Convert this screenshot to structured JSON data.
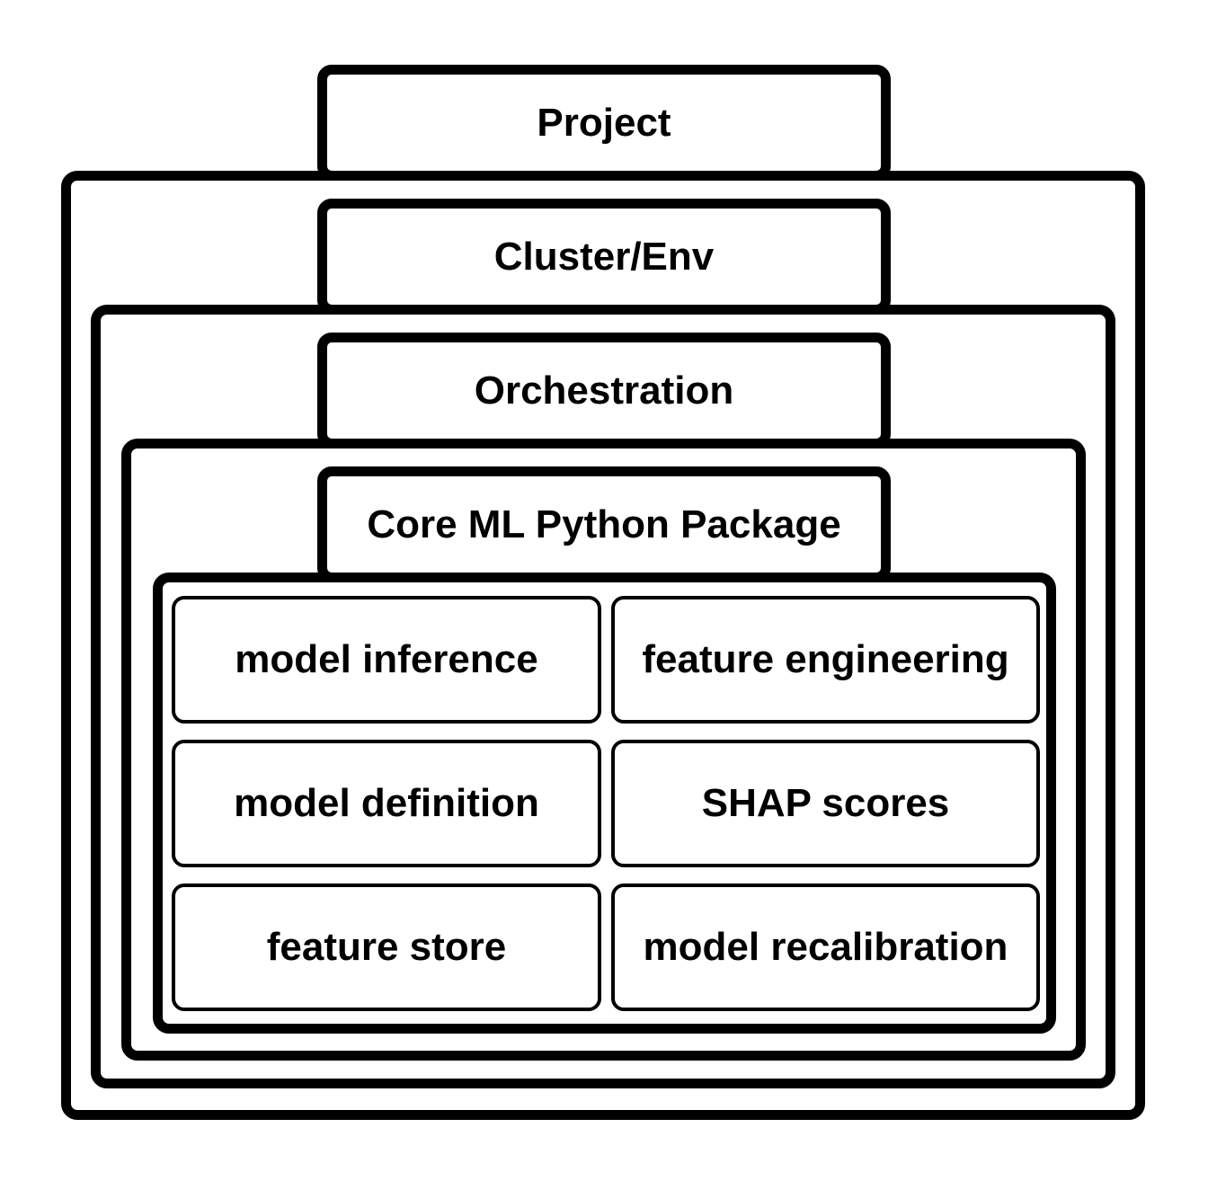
{
  "diagram": {
    "levels": [
      {
        "label": "Project"
      },
      {
        "label": "Cluster/Env"
      },
      {
        "label": "Orchestration"
      },
      {
        "label": "Core ML Python Package"
      }
    ],
    "modules": [
      {
        "label": "model inference"
      },
      {
        "label": "feature engineering"
      },
      {
        "label": "model definition"
      },
      {
        "label": "SHAP scores"
      },
      {
        "label": "feature store"
      },
      {
        "label": "model recalibration"
      }
    ],
    "colors": {
      "border": "#000000",
      "background": "#ffffff",
      "text": "#000000"
    }
  }
}
